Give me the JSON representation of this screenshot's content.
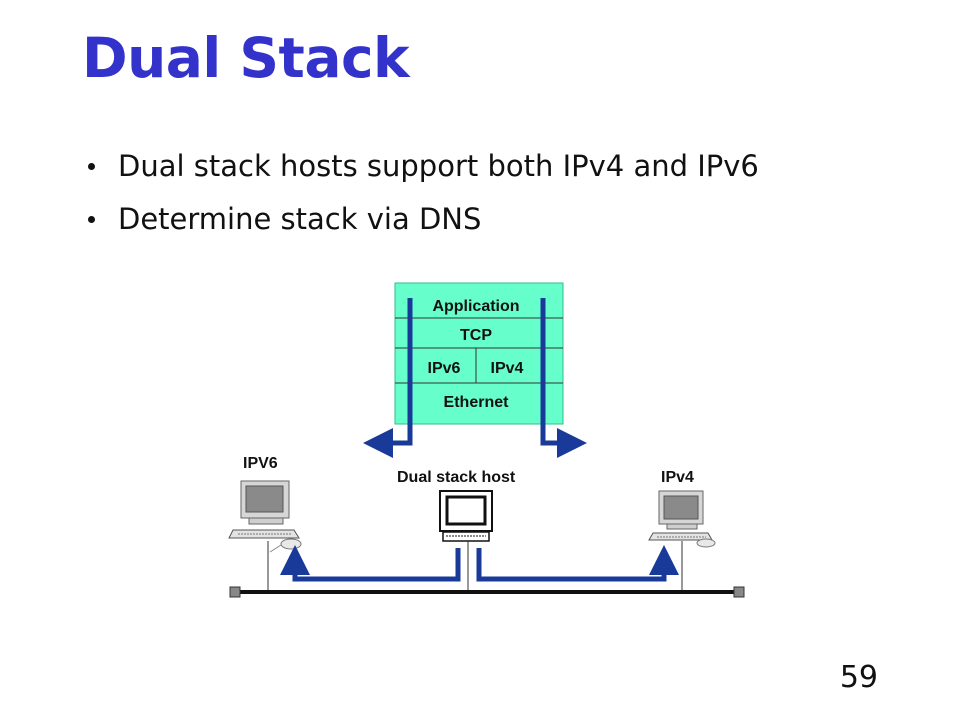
{
  "slide": {
    "title": "Dual Stack",
    "bullets": [
      "Dual stack hosts support both IPv4 and IPv6",
      "Determine stack via DNS"
    ],
    "page_number": "59"
  },
  "diagram": {
    "stack_layers": {
      "application": "Application",
      "transport": "TCP",
      "network_left": "IPv6",
      "network_right": "IPv4",
      "link": "Ethernet"
    },
    "hosts": {
      "left_label": "IPV6",
      "center_label": "Dual stack host",
      "right_label": "IPv4"
    },
    "colors": {
      "title": "#3333cc",
      "stack_fill": "#66ffcc",
      "arrow": "#1a3a9a"
    }
  }
}
